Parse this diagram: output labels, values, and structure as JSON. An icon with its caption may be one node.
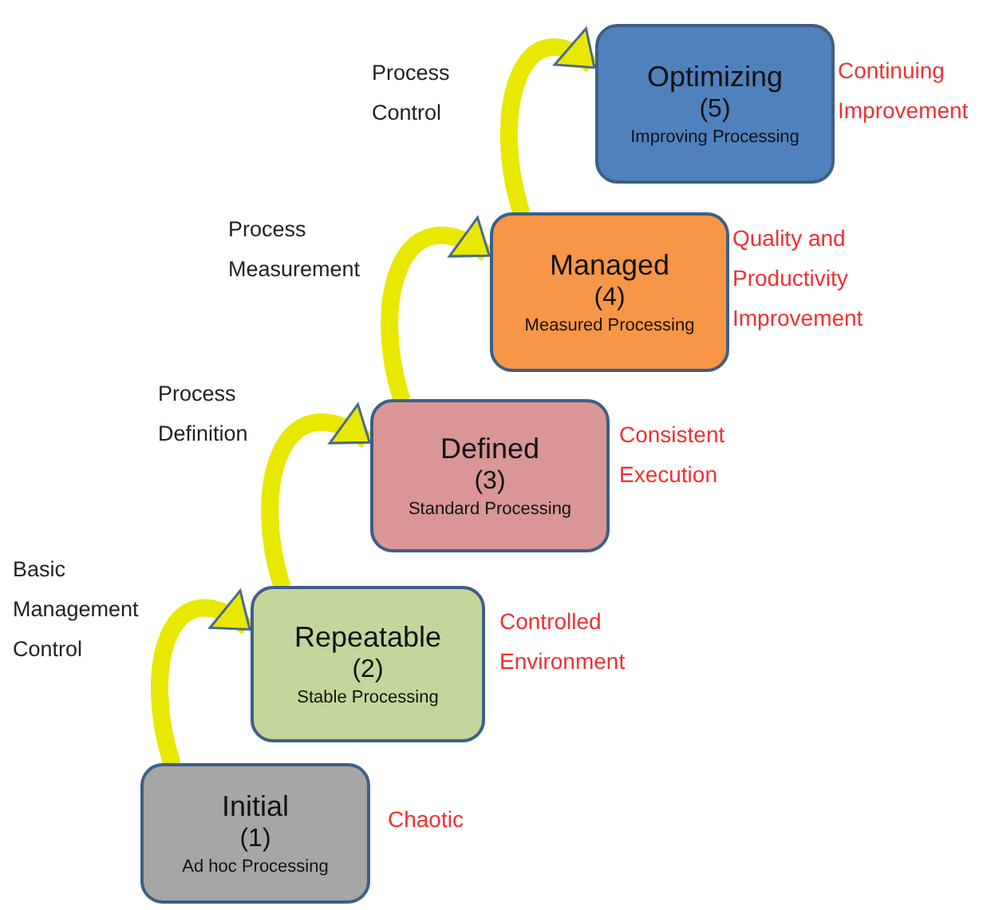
{
  "diagram": {
    "nodes": [
      {
        "text": [
          "Optimizing",
          "(5)",
          "Improving Processing"
        ],
        "beside": [
          "Continuing Improvement"
        ]
      },
      {
        "text": [
          "Managed",
          "(4)",
          "Measured Processing"
        ],
        "beside": [
          "Quality and Productivity Improvement"
        ]
      },
      {
        "text": [
          "Defined",
          "(3)",
          "Standard Processing"
        ],
        "beside": [
          "Consistent Execution"
        ]
      },
      {
        "text": [
          "Repeatable",
          "(2)",
          "Stable Processing"
        ],
        "beside": [
          "Controlled Environment"
        ]
      },
      {
        "text": [
          "Initial",
          "(1)",
          "Ad hoc Processing"
        ],
        "beside": [
          "Chaotic"
        ]
      }
    ],
    "edges": [
      {
        "from": 4,
        "to": 3,
        "arrow": "to",
        "label": "Basic Management Control"
      },
      {
        "from": 3,
        "to": 2,
        "arrow": "to",
        "label": "Process Definition"
      },
      {
        "from": 2,
        "to": 1,
        "arrow": "to",
        "label": "Process Measurement"
      },
      {
        "from": 1,
        "to": 0,
        "arrow": "to",
        "label": "Process Control"
      }
    ]
  }
}
